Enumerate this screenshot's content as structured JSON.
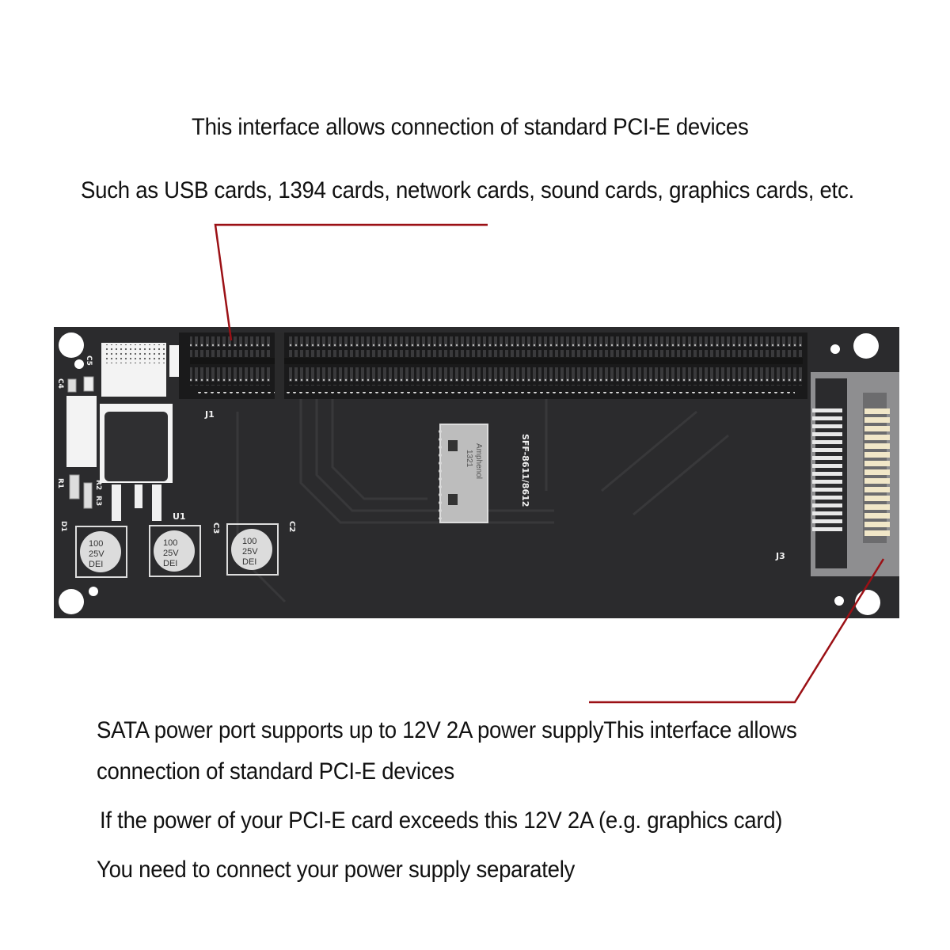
{
  "annotations": {
    "top": [
      "This interface allows connection of standard PCI-E devices",
      "Such as USB cards, 1394 cards, network cards, sound cards, graphics cards, etc."
    ],
    "bottom": [
      "SATA power port supports up to 12V 2A power supplyThis interface allows",
      "connection of standard PCI-E devices",
      "If the power of your PCI-E card exceeds this 12V 2A (e.g. graphics card)",
      "You need to connect your power supply separately"
    ]
  },
  "board": {
    "color": "#2b2b2d",
    "leader_line_color": "#9b1015",
    "silkscreen": {
      "pcie_slot": "J1",
      "sata_port": "J3",
      "regulator": "U1",
      "capacitors": [
        "C2",
        "C3",
        "C4",
        "C5"
      ],
      "resistors": [
        "R1",
        "R2",
        "R3"
      ],
      "diode": "D1",
      "misc": "D1",
      "sff_connector": "SFF-8611/8612"
    },
    "capacitor_markings": [
      "100",
      "25V",
      "DEI"
    ],
    "connector_markings": [
      "1321",
      "Amphenol"
    ]
  }
}
